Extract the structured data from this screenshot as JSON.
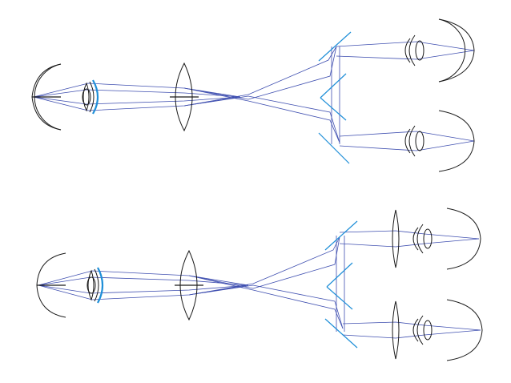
{
  "diagram": {
    "type": "optical-ray-diagram",
    "colors": {
      "ray": "#3f4fb0",
      "ray_dark": "#2a2f8a",
      "mirror": "#1f8fd8",
      "blue_meniscus": "#1f8fd8",
      "lens_outline": "#1a1a1a",
      "background": "#ffffff"
    },
    "panels": [
      {
        "id": "upper",
        "variant": "relay-lens-only"
      },
      {
        "id": "lower",
        "variant": "relay-lens-plus-field-lenses"
      }
    ]
  }
}
